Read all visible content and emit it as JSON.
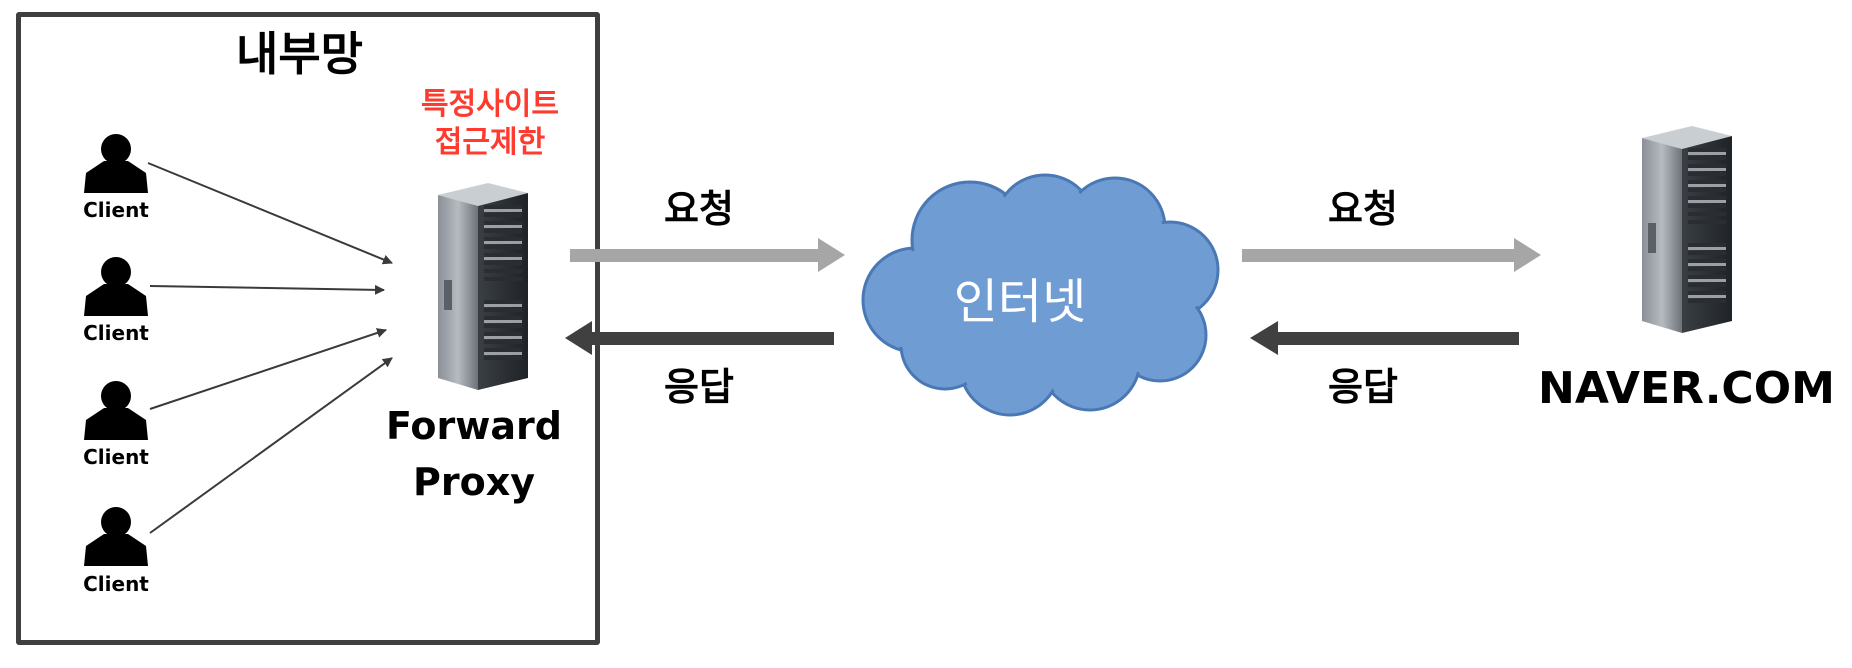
{
  "internal_network": {
    "title": "내부망",
    "restriction_note": [
      "특정사이트",
      "접근제한"
    ]
  },
  "clients": [
    {
      "label": "Client"
    },
    {
      "label": "Client"
    },
    {
      "label": "Client"
    },
    {
      "label": "Client"
    }
  ],
  "proxy": {
    "label_line1": "Forward",
    "label_line2": "Proxy"
  },
  "internet": {
    "label": "인터넷"
  },
  "left_link": {
    "request": "요청",
    "response": "응답"
  },
  "right_link": {
    "request": "요청",
    "response": "응답"
  },
  "server": {
    "label": "NAVER.COM"
  },
  "colors": {
    "request_arrow": "#a6a6a6",
    "response_arrow": "#404040",
    "cloud_fill": "#6f9cd3",
    "cloud_stroke": "#4a78b5",
    "restriction_text": "#ff3b2f"
  },
  "icons": {
    "client": "user-icon",
    "proxy": "server-tower-icon",
    "server": "server-tower-icon",
    "internet": "cloud-icon"
  }
}
